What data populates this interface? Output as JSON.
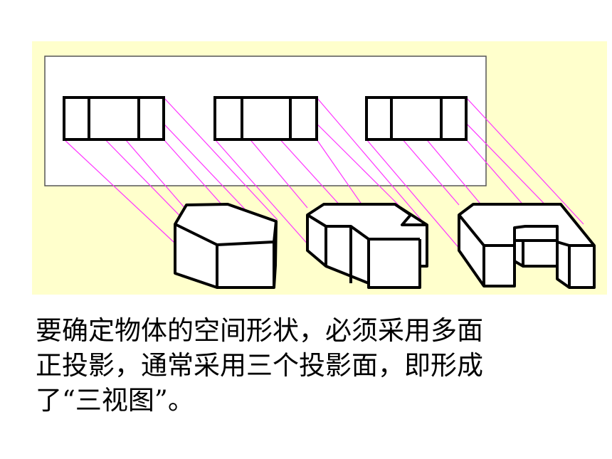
{
  "colors": {
    "panel_background": "#ffffcc",
    "projection_lines": "#ff33ff",
    "outline": "#000000",
    "face": "#ffffff"
  },
  "caption_lines": [
    "要确定物体的空间形状，必须采用多面",
    "正投影，通常采用三个投影面，即形成",
    "了“三视图”。"
  ]
}
